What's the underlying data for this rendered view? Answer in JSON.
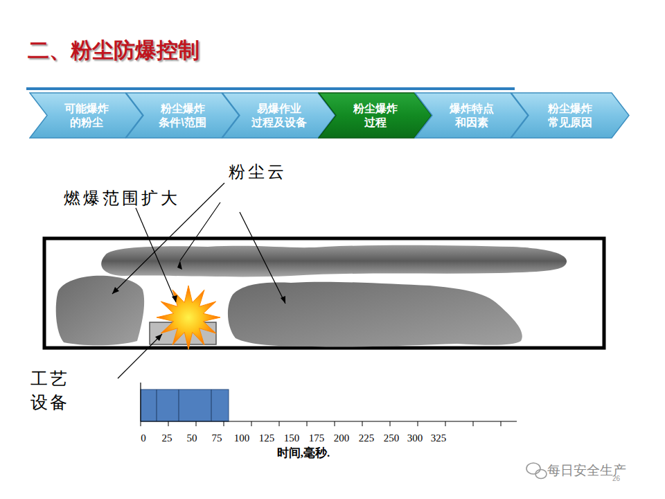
{
  "diagram": {
    "title": "二、粉尘防爆控制",
    "nodes": [
      {
        "text": [
          "可能爆炸 的粉尘"
        ]
      },
      {
        "text": [
          "粉尘爆炸 条件\\范围"
        ]
      },
      {
        "text": [
          "易爆作业 过程及设备"
        ]
      },
      {
        "text": [
          "粉尘爆炸 过程"
        ]
      },
      {
        "text": [
          "爆炸特点 和因素"
        ]
      },
      {
        "text": [
          "粉尘爆炸 常见原因"
        ]
      }
    ],
    "labels": [
      "粉尘云",
      "燃爆范围扩大",
      "工艺 设备",
      "0",
      "25",
      "50",
      "75",
      "100",
      "125",
      "150",
      "175",
      "200",
      "225",
      "250",
      "300",
      "325",
      "时间,毫秒.",
      "每日安全生产",
      "26"
    ]
  }
}
